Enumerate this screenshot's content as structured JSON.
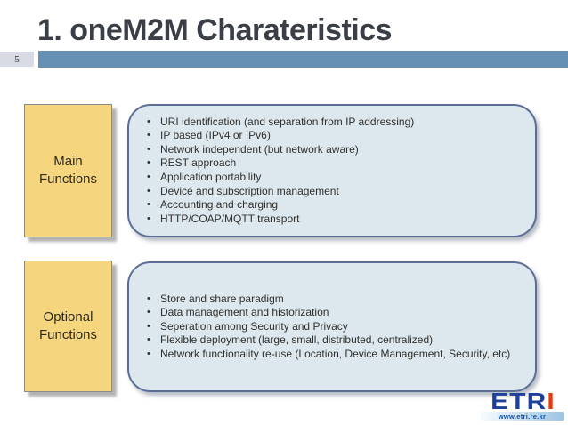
{
  "slide": {
    "number": "5",
    "title": "1. oneM2M Charateristics"
  },
  "sections": [
    {
      "label": "Main\nFunctions",
      "bullets": [
        "URI identification (and separation from IP addressing)",
        "IP based (IPv4 or IPv6)",
        "Network independent (but network aware)",
        "REST approach",
        "Application portability",
        "Device and subscription management",
        "Accounting and charging",
        "HTTP/COAP/MQTT transport"
      ]
    },
    {
      "label": "Optional\nFunctions",
      "bullets": [
        "Store and share paradigm",
        "Data management and historization",
        "Seperation among Security and Privacy",
        "Flexible deployment (large, small, distributed, centralized)",
        "Network functionality re-use (Location, Device Management, Security, etc)"
      ]
    }
  ],
  "footer": {
    "logo_main": "ETR",
    "logo_accent": "I",
    "logo_url": "www.etri.re.kr"
  },
  "colors": {
    "title_bar": "#6590b4",
    "page_number_bg": "#d8dbe4",
    "label_box_fill": "#f5d67e",
    "callout_fill": "#dde8ee",
    "callout_border": "#5c6d96",
    "logo_blue": "#1e3f9a",
    "logo_red": "#e8380d"
  }
}
